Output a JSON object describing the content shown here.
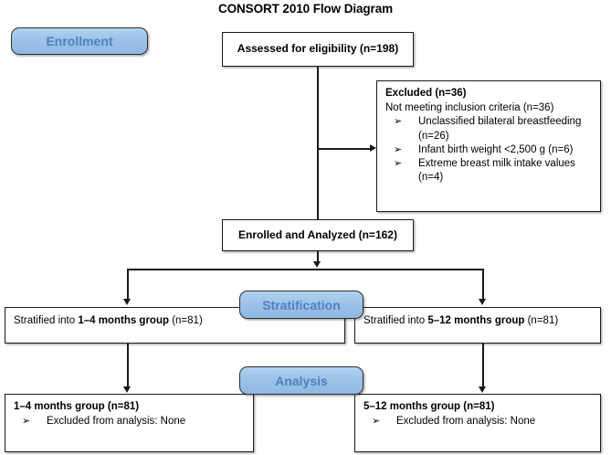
{
  "title": "CONSORT 2010 Flow Diagram",
  "stages": {
    "enrollment": "Enrollment",
    "stratification": "Stratification",
    "analysis": "Analysis"
  },
  "boxes": {
    "assessed": {
      "text": "Assessed for eligibility (n=198)"
    },
    "excluded": {
      "heading": "Excluded (n=36)",
      "subheading": "Not meeting inclusion criteria (n=36)",
      "bullet_marker": "➢",
      "items": [
        "Unclassified bilateral breastfeeding (n=26)",
        "Infant birth weight <2,500 g (n=6)",
        "Extreme breast milk intake values (n=4)"
      ]
    },
    "enrolled": {
      "text": "Enrolled and Analyzed (n=162)"
    },
    "strat_left": {
      "prefix": "Stratified into ",
      "bold": "1–4 months group",
      "suffix": " (n=81)"
    },
    "strat_right": {
      "prefix": "Stratified into ",
      "bold": "5–12 months group",
      "suffix": " (n=81)"
    },
    "analysis_left": {
      "heading": "1–4 months group (n=81)",
      "bullet_marker": "➢",
      "items": [
        "Excluded from analysis: None"
      ]
    },
    "analysis_right": {
      "heading": "5–12 months group (n=81)",
      "bullet_marker": "➢",
      "items": [
        "Excluded from analysis: None"
      ]
    }
  },
  "colors": {
    "badge_fill": "#9DC3E6",
    "badge_text": "#4F81BD",
    "box_border": "#1A1A1A",
    "connector": "#1A1A1A",
    "background": "#FFFFFF"
  }
}
